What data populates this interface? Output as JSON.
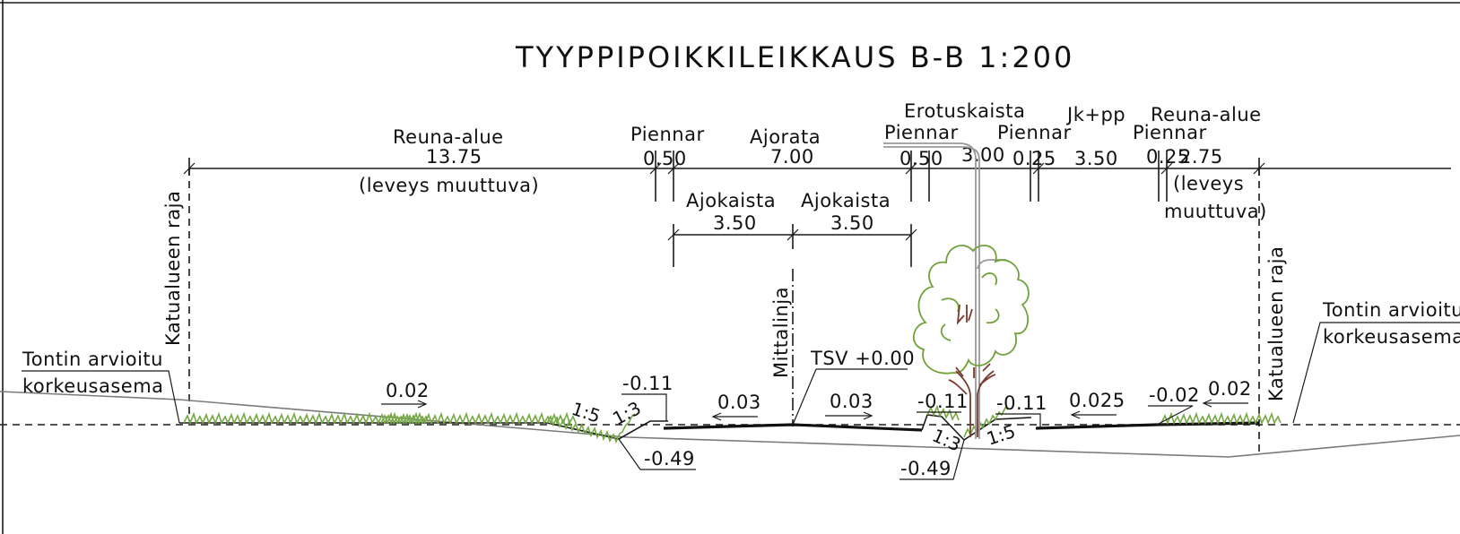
{
  "title": "TYYPPIPOIKKILEIKKAUS B-B 1:200",
  "sections": {
    "reuna_left": {
      "label": "Reuna-alue",
      "width": "13.75",
      "note": "(leveys muuttuva)"
    },
    "piennar_left": {
      "label": "Piennar",
      "width": "0.50"
    },
    "ajorata": {
      "label": "Ajorata",
      "width": "7.00"
    },
    "ajokaista_1": {
      "label": "Ajokaista",
      "width": "3.50"
    },
    "ajokaista_2": {
      "label": "Ajokaista",
      "width": "3.50"
    },
    "piennar_mid": {
      "label": "Piennar",
      "width": "0.50"
    },
    "erotuskaista": {
      "label": "Erotuskaista",
      "width": "3.00"
    },
    "piennar_jk_left": {
      "label": "Piennar",
      "width": "0.25"
    },
    "jkpp": {
      "label": "Jk+pp",
      "width": "3.50"
    },
    "piennar_jk_right": {
      "label": "Piennar",
      "width": "0.25"
    },
    "reuna_right": {
      "label": "Reuna-alue",
      "width": "2.75",
      "note_line1": "(leveys",
      "note_line2": "muuttuva)"
    }
  },
  "boundaries": {
    "left": "Katualueen raja",
    "right": "Katualueen raja"
  },
  "mittalinja": "Mittalinja",
  "tsv": "TSV +0.00",
  "plot_level_left": {
    "line1": "Tontin arvioitu",
    "line2": "korkeusasema"
  },
  "plot_level_right": {
    "line1": "Tontin arvioitu",
    "line2": "korkeusasema"
  },
  "slopes": {
    "grass_left": "0.02",
    "lane_left": "0.03",
    "lane_right": "0.03",
    "jkpp": "0.025",
    "grass_right": "0.02"
  },
  "elevations": {
    "left_edge": "-0.11",
    "left_ditch": "-0.49",
    "mid_left_edge": "-0.11",
    "mid_ditch": "-0.49",
    "jk_edge": "-0.11",
    "right_edge": "-0.02"
  },
  "ditch_ratios": {
    "left_outer": "1:5",
    "left_inner": "1:3",
    "mid_left": "1:3",
    "mid_right": "1:5"
  },
  "colors": {
    "grass": "#76a845",
    "tree_crown": "#6fa23a",
    "tree_trunk": "#7a3b2e",
    "light_pole": "#999999"
  }
}
